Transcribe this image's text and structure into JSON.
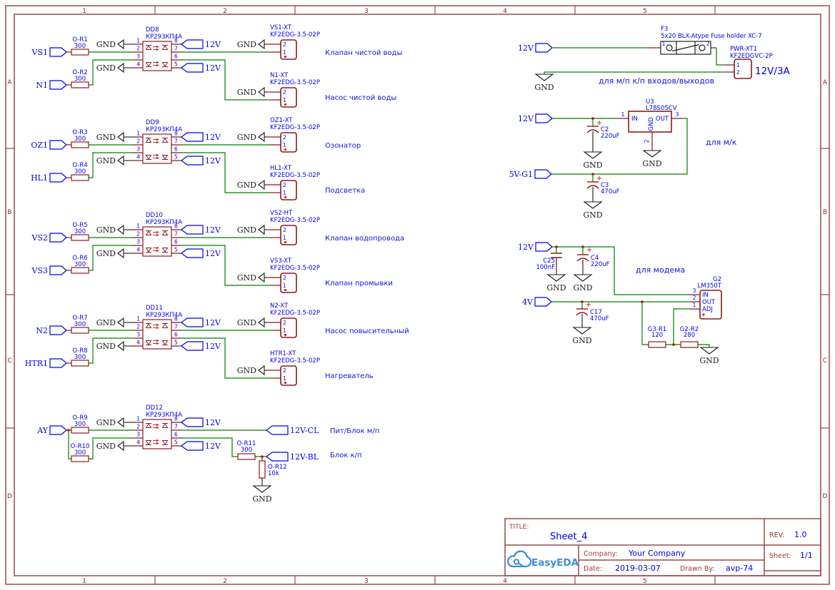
{
  "frame": {
    "cols": [
      "1",
      "2",
      "3",
      "4",
      "5"
    ],
    "rows": [
      "A",
      "B",
      "C",
      "D"
    ]
  },
  "blocks": [
    {
      "ref": "DD8",
      "part": "КР293КП4А",
      "pins": [
        "1",
        "2",
        "3",
        "4",
        "5",
        "6",
        "7",
        "8"
      ],
      "gnd": "GND",
      "v12": "12V",
      "cp1": "1",
      "cp2": "2",
      "in1": "VS1",
      "r1ref": "O-R1",
      "r1val": "300",
      "in2": "N1",
      "r2ref": "O-R2",
      "r2val": "300",
      "c1ref": "VS1-XT",
      "c1part": "KF2EDG-3.5-02P",
      "ann1": "Клапан чистой воды",
      "c2ref": "N1-XT",
      "c2part": "KF2EDG-3.5-02P",
      "ann2": "Насос чистой воды"
    },
    {
      "ref": "DD9",
      "part": "КР293КП4А",
      "pins": [
        "1",
        "2",
        "3",
        "4",
        "5",
        "6",
        "7",
        "8"
      ],
      "gnd": "GND",
      "v12": "12V",
      "cp1": "1",
      "cp2": "2",
      "in1": "OZ1",
      "r1ref": "O-R3",
      "r1val": "300",
      "in2": "HL1",
      "r2ref": "O-R4",
      "r2val": "300",
      "c1ref": "OZ1-XT",
      "c1part": "KF2EDG-3.5-02P",
      "ann1": "Озонатор",
      "c2ref": "HL1-XT",
      "c2part": "KF2EDG-3.5-02P",
      "ann2": "Подсветка"
    },
    {
      "ref": "DD10",
      "part": "КР293КП4А",
      "pins": [
        "1",
        "2",
        "3",
        "4",
        "5",
        "6",
        "7",
        "8"
      ],
      "gnd": "GND",
      "v12": "12V",
      "cp1": "1",
      "cp2": "2",
      "in1": "VS2",
      "r1ref": "O-R5",
      "r1val": "300",
      "in2": "VS3",
      "r2ref": "O-R6",
      "r2val": "300",
      "c1ref": "VS2-HT",
      "c1part": "KF2EDG-3.5-02P",
      "ann1": "Клапан водопровода",
      "c2ref": "VS3-XT",
      "c2part": "KF2EDG-3.5-02P",
      "ann2": "Клапан промывки"
    },
    {
      "ref": "DD11",
      "part": "КР293КП4А",
      "pins": [
        "1",
        "2",
        "3",
        "4",
        "5",
        "6",
        "7",
        "8"
      ],
      "gnd": "GND",
      "v12": "12V",
      "cp1": "1",
      "cp2": "2",
      "in1": "N2",
      "r1ref": "O-R7",
      "r1val": "300",
      "in2": "HTR1",
      "r2ref": "O-R8",
      "r2val": "300",
      "c1ref": "N2-XT",
      "c1part": "KF2EDG-3.5-02P",
      "ann1": "Насос повысительный",
      "c2ref": "HTR1-XT",
      "c2part": "KF2EDG-3.5-02P",
      "ann2": "Нагреватель"
    }
  ],
  "dd12": {
    "ref": "DD12",
    "part": "КР293КП4А",
    "pins": [
      "1",
      "2",
      "3",
      "4",
      "5",
      "6",
      "7",
      "8"
    ],
    "gnd": "GND",
    "v12": "12V",
    "in1": "AY",
    "r9ref": "O-R9",
    "r9val": "300",
    "r10ref": "O-R10",
    "r10val": "300",
    "out1": "12V-CL",
    "ann1": "Пит/Блок м/п",
    "r11ref": "O-R11",
    "r11val": "300",
    "out2": "12V-BL",
    "ann2": "Блок к/п",
    "r12ref": "O-R12",
    "r12val": "10k"
  },
  "fuse": {
    "v12": "12V",
    "ref": "F3",
    "part": "5x20 BLX-Atype Fuse holder XC-7",
    "p1": "1",
    "p2": "2",
    "conn_ref": "PWR-XT1",
    "conn_part": "KF2EDGVC-2P",
    "cp1": "1",
    "cp2": "2",
    "rating": "12V/3A",
    "gnd": "GND",
    "ann": "для м/п к/п входов/выходов"
  },
  "reg": {
    "v12": "12V",
    "ref": "U3",
    "part": "L78S05CV",
    "p1": "1",
    "p2": "2",
    "p3": "3",
    "pin_in": "IN",
    "pin_gnd": "GND",
    "pin_out": "OUT",
    "c2ref": "C2",
    "c2val": "220uF",
    "c3ref": "C3",
    "c3val": "470uF",
    "out_net": "5V-G1",
    "gnd": "GND",
    "ann": "для м/к"
  },
  "modem": {
    "v12": "12V",
    "c25ref": "C25",
    "c25val": "100nF",
    "c4ref": "C4",
    "c4val": "220uF",
    "ann": "для модема",
    "ref": "G2",
    "part": "LM350T",
    "p1": "1",
    "p2": "2",
    "p3": "3",
    "pin_in": "IN",
    "pin_out": "OUT",
    "pin_adj": "ADJ",
    "v4": "4V",
    "c17ref": "C17",
    "c17val": "470uF",
    "r1ref": "G3-R1",
    "r1val": "120",
    "r2ref": "G2-R2",
    "r2val": "280",
    "gnd": "GND"
  },
  "title_block": {
    "title_label": "TITLE:",
    "title": "Sheet_4",
    "rev_label": "REV:",
    "rev": "1.0",
    "company_label": "Company:",
    "company": "Your Company",
    "sheet_label": "Sheet:",
    "sheet": "1/1",
    "date_label": "Date:",
    "date": "2019-03-07",
    "drawn_label": "Drawn By:",
    "drawn_by": "avp-74",
    "logo": "EasyEDA"
  },
  "colors": {
    "wire": "#008000",
    "symbol": "#8b1a1a",
    "net_blue": "#0000e6",
    "frame": "#9a4a4a",
    "gnd_black": "#1a1a1a",
    "junction": "#cc0000",
    "logo_blue": "#3d8fd5"
  }
}
